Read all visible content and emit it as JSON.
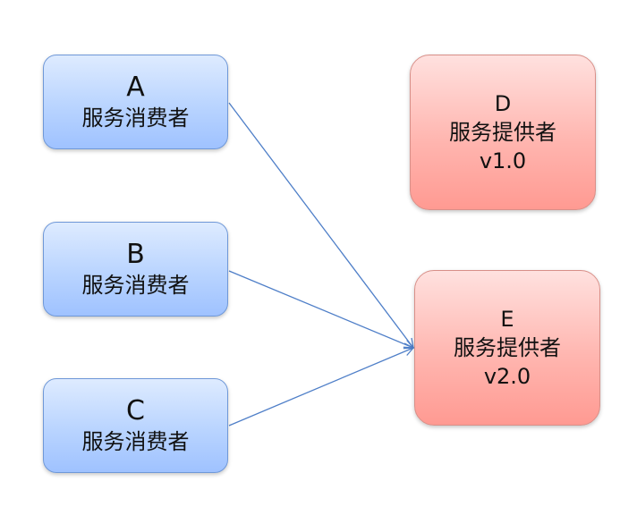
{
  "consumers": [
    {
      "id": "A",
      "role": "服务消费者"
    },
    {
      "id": "B",
      "role": "服务消费者"
    },
    {
      "id": "C",
      "role": "服务消费者"
    }
  ],
  "providers": [
    {
      "id": "D",
      "role": "服务提供者",
      "version": "v1.0"
    },
    {
      "id": "E",
      "role": "服务提供者",
      "version": "v2.0"
    }
  ],
  "colors": {
    "consumer_fill": "#b9d4ff",
    "consumer_border": "#6f98d8",
    "provider_fill": "#ffb6b0",
    "provider_border": "#d88f88",
    "edge": "#4f7fc8"
  }
}
